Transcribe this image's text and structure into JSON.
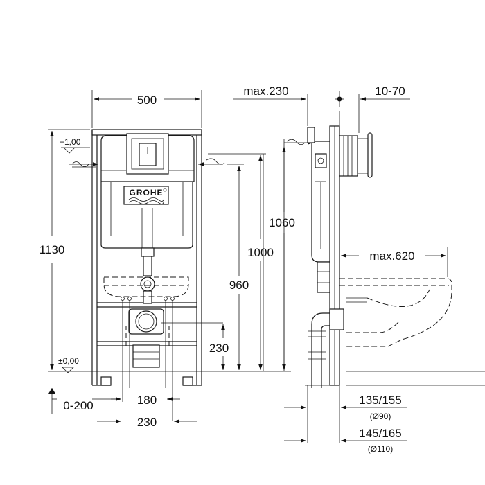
{
  "front_view": {
    "brand_logo": "GROHE",
    "dims": {
      "width_top": "500",
      "height_total": "1130",
      "level_top": "+1,00",
      "level_floor": "±0,00",
      "h_1060": "1060",
      "h_1000": "1000",
      "h_960": "960",
      "h_230": "230",
      "w_180": "180",
      "w_230": "230",
      "adjust_0_200": "0-200"
    }
  },
  "side_view": {
    "dims": {
      "max_230": "max.230",
      "d_10_70": "10-70",
      "max_620": "max.620",
      "d_135_155": "135/155",
      "d_135_155_sub": "(Ø90)",
      "d_145_165": "145/165",
      "d_145_165_sub": "(Ø110)"
    }
  }
}
